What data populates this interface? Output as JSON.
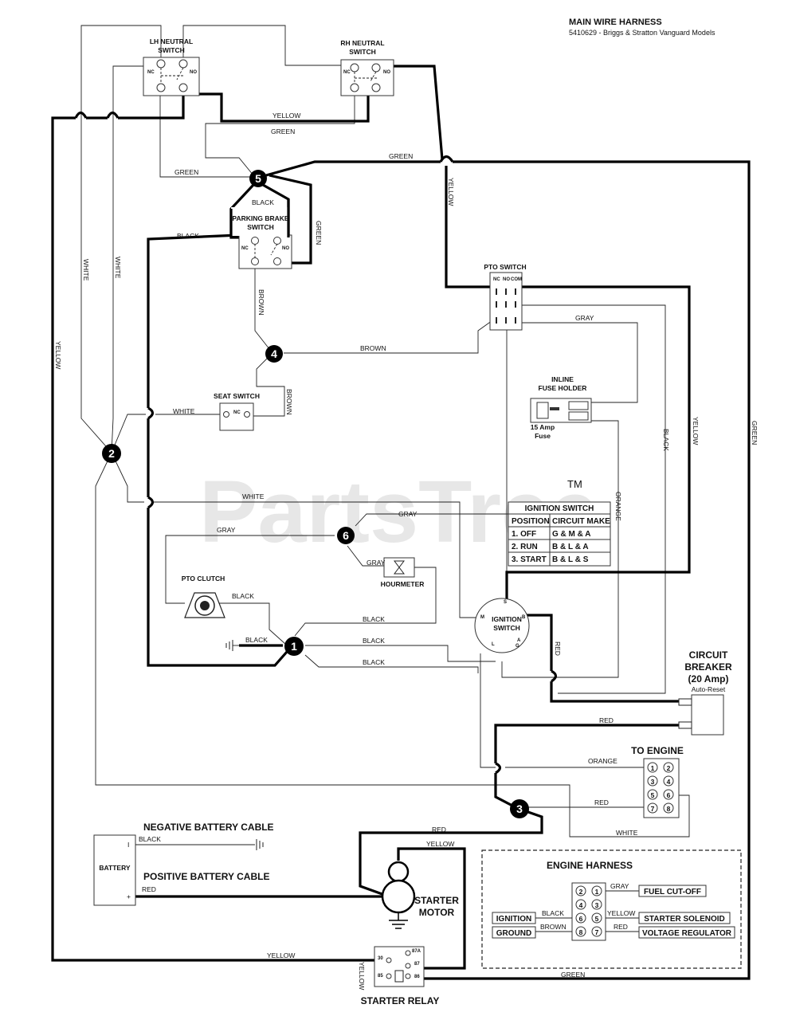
{
  "header": {
    "title": "MAIN WIRE HARNESS",
    "subtitle": "5410629 - Briggs & Stratton Vanguard Models"
  },
  "watermark": {
    "text": "PartsTree",
    "tm": "TM"
  },
  "components": {
    "lh_neutral_switch": "LH NEUTRAL\nSWITCH",
    "rh_neutral_switch": "RH NEUTRAL\nSWITCH",
    "parking_brake_switch": "PARKING BRAKE\nSWITCH",
    "pto_switch": "PTO SWITCH",
    "seat_switch": "SEAT SWITCH",
    "inline_fuse_holder": "INLINE\nFUSE HOLDER",
    "fuse_rating": "15 Amp\nFuse",
    "pto_clutch": "PTO CLUTCH",
    "hourmeter": "HOURMETER",
    "ignition_switch": "IGNITION\nSWITCH",
    "circuit_breaker": "CIRCUIT\nBREAKER\n(20 Amp)",
    "circuit_breaker_note": "Auto-Reset",
    "to_engine": "TO ENGINE",
    "battery": "BATTERY",
    "negative_battery_cable": "NEGATIVE BATTERY CABLE",
    "positive_battery_cable": "POSITIVE BATTERY CABLE",
    "starter_motor": "STARTER\nMOTOR",
    "starter_relay": "STARTER RELAY"
  },
  "switch_terminals": {
    "nc": "NC",
    "no": "NO",
    "com": "COM"
  },
  "ignition_terminals": {
    "s": "S",
    "m": "M",
    "b": "B",
    "a": "A",
    "l": "L",
    "g": "G"
  },
  "relay_terminals": {
    "t30": "30",
    "t87a": "87A",
    "t87": "87",
    "t85": "85",
    "t86": "86"
  },
  "battery_terminals": {
    "neg": "I",
    "pos": "+"
  },
  "nodes": [
    "1",
    "2",
    "3",
    "4",
    "5",
    "6"
  ],
  "wire_labels": {
    "yellow": "YELLOW",
    "green": "GREEN",
    "black": "BLACK",
    "white": "WHITE",
    "brown": "BROWN",
    "gray": "GRAY",
    "orange": "ORANGE",
    "red": "RED"
  },
  "ignition_table": {
    "title": "IGNITION SWITCH",
    "headers": [
      "POSITION",
      "CIRCUIT MAKE"
    ],
    "rows": [
      [
        "1. OFF",
        "G & M & A"
      ],
      [
        "2. RUN",
        "B & L & A"
      ],
      [
        "3. START",
        "B & L & S"
      ]
    ]
  },
  "to_engine_pins": [
    "1",
    "2",
    "3",
    "4",
    "5",
    "6",
    "7",
    "8"
  ],
  "engine_harness": {
    "title": "ENGINE HARNESS",
    "pins": [
      "2",
      "1",
      "4",
      "3",
      "6",
      "5",
      "8",
      "7"
    ],
    "left_labels": [
      "IGNITION",
      "GROUND"
    ],
    "right_labels": [
      "FUEL CUT-OFF",
      "STARTER SOLENOID",
      "VOLTAGE REGULATOR"
    ],
    "wires": [
      "GRAY",
      "BLACK",
      "YELLOW",
      "BROWN",
      "RED"
    ]
  }
}
